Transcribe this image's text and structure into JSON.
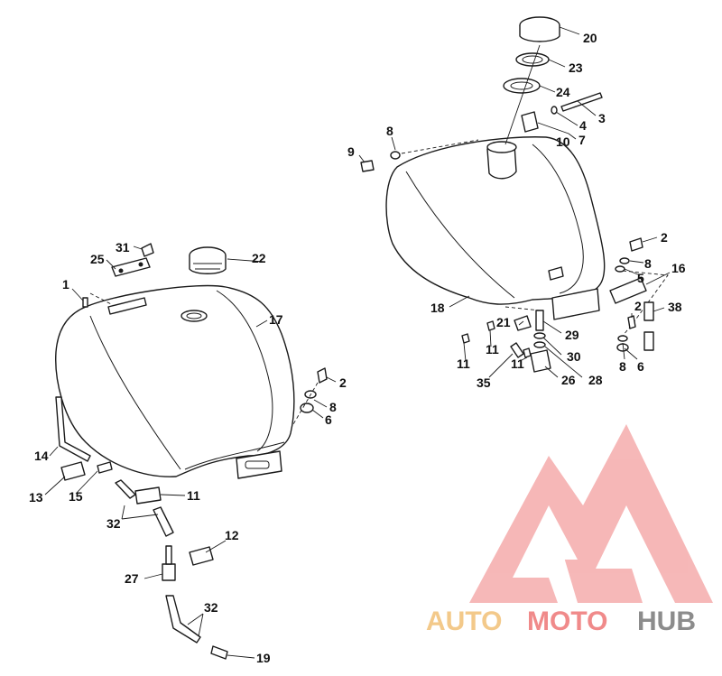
{
  "callouts": {
    "c1": "1",
    "c2a": "2",
    "c2b": "2",
    "c2c": "2",
    "c3": "3",
    "c4": "4",
    "c5": "5",
    "c6a": "6",
    "c6b": "6",
    "c7": "7",
    "c8a": "8",
    "c8b": "8",
    "c8c": "8",
    "c8d": "8",
    "c9": "9",
    "c10": "10",
    "c11a": "11",
    "c11b": "11",
    "c11c": "11",
    "c11d": "11",
    "c12": "12",
    "c13": "13",
    "c14": "14",
    "c15": "15",
    "c16": "16",
    "c17": "17",
    "c18": "18",
    "c19": "19",
    "c20": "20",
    "c21": "21",
    "c22": "22",
    "c23": "23",
    "c24": "24",
    "c25": "25",
    "c26": "26",
    "c27": "27",
    "c28": "28",
    "c29": "29",
    "c30": "30",
    "c31": "31",
    "c32a": "32",
    "c32b": "32",
    "c35": "35",
    "c38": "38"
  },
  "watermark": {
    "auto": "AUTO",
    "moto": "MOTO",
    "hub": "HUB",
    "colors": {
      "auto": "#f3c98a",
      "moto": "#f08a8a",
      "hub": "#8c8c8c",
      "logo": "#f3a0a0"
    }
  }
}
